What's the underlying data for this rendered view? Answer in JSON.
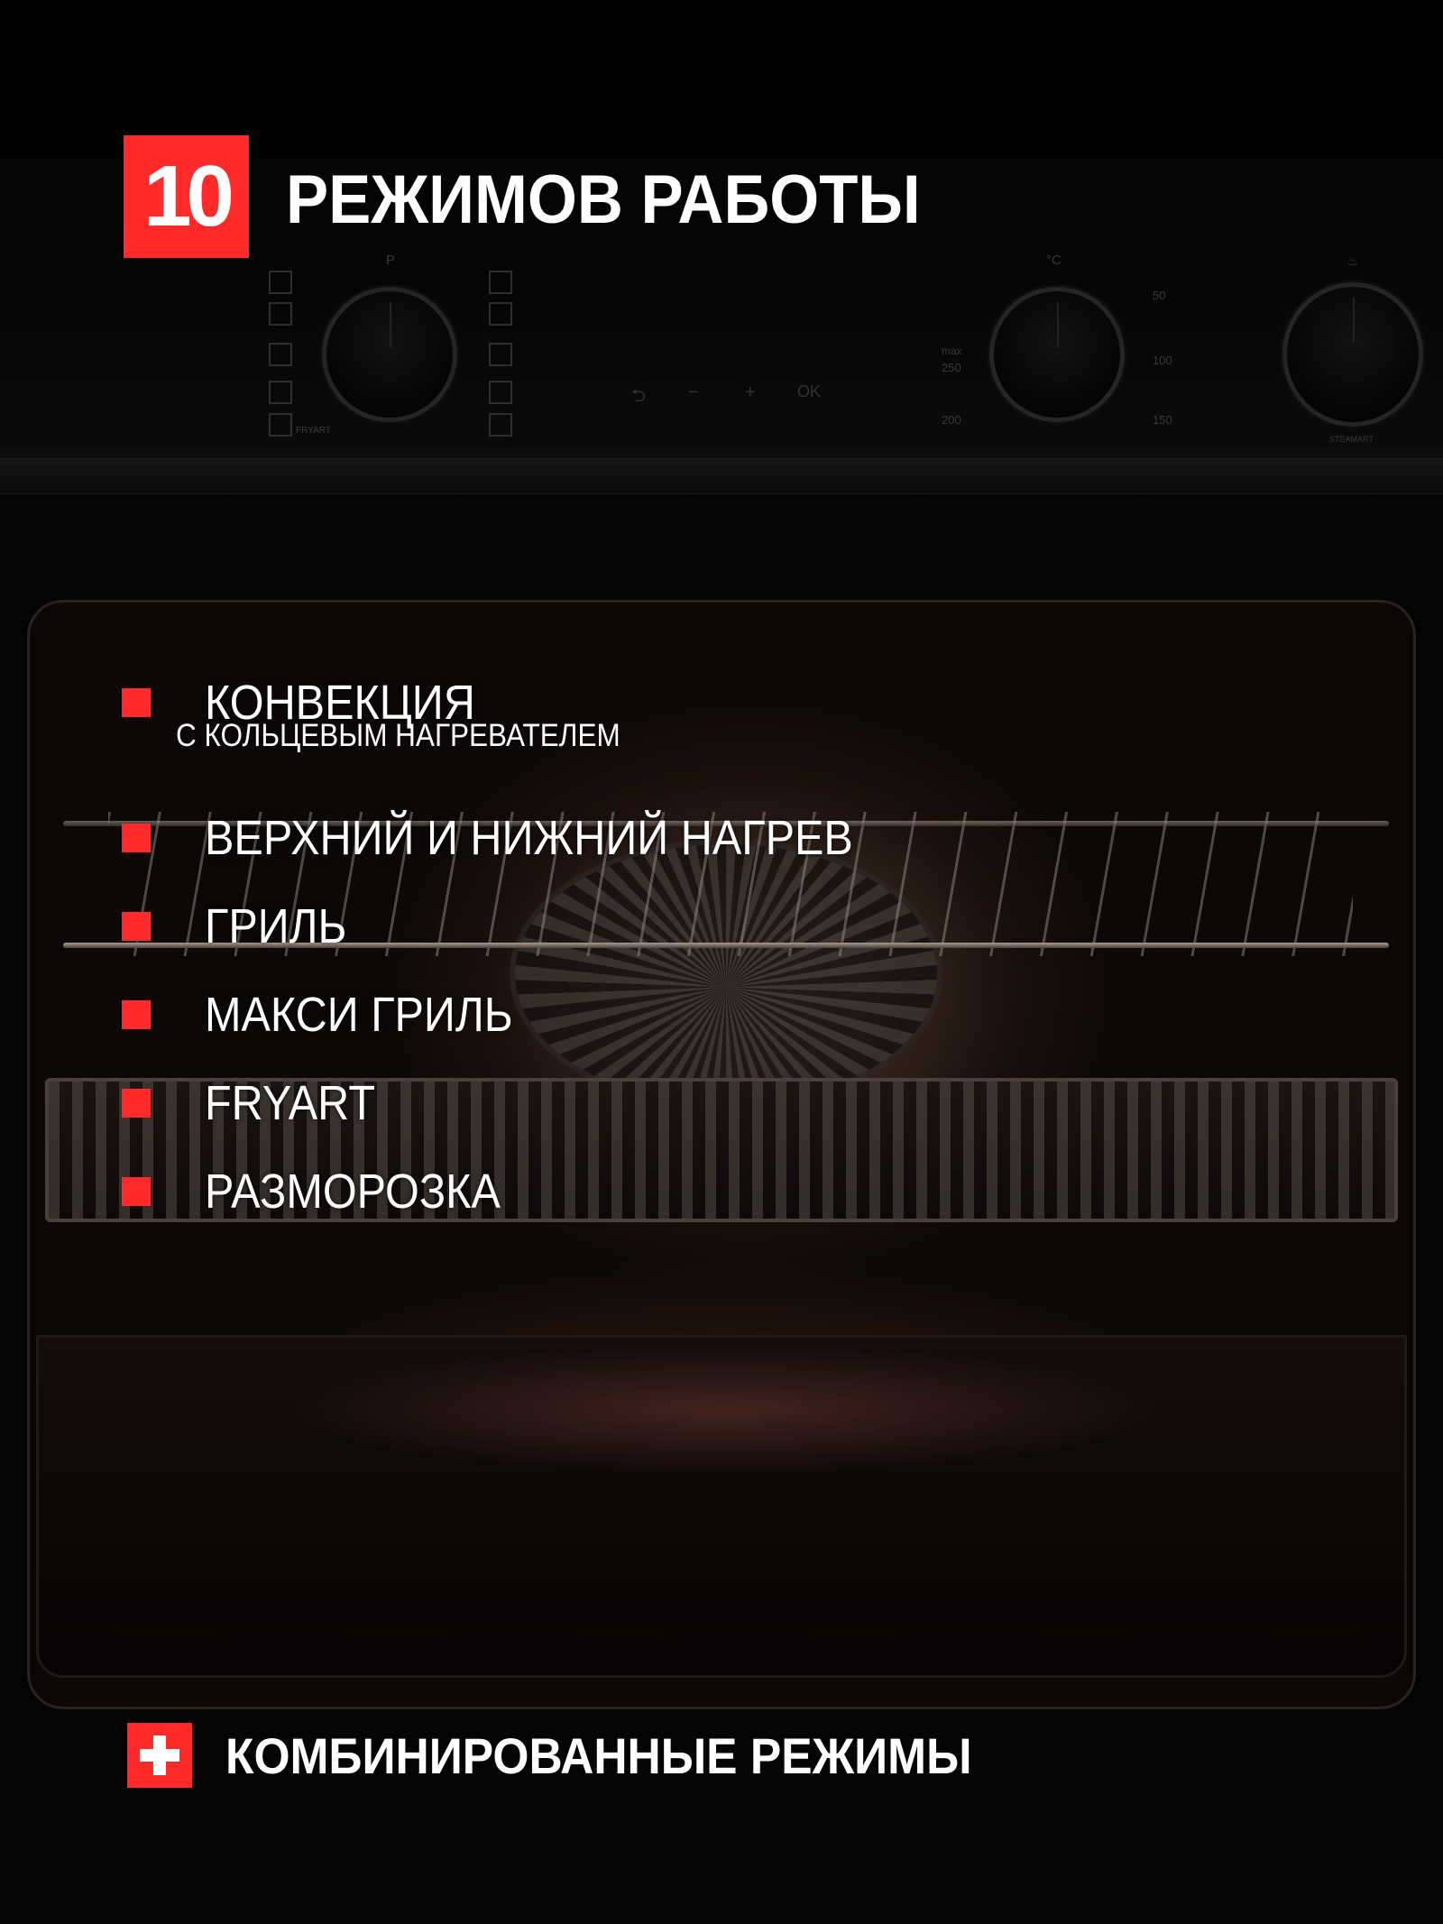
{
  "header": {
    "count": "10",
    "title": "РЕЖИМОВ РАБОТЫ"
  },
  "control_panel": {
    "mode_knob_label": "P",
    "mode_label_fryart": "FRYART",
    "buttons": [
      "⮌",
      "−",
      "+",
      "OK"
    ],
    "temp_knob_label": "°C",
    "temp_marks": [
      "max",
      "250",
      "200",
      "50",
      "100",
      "150"
    ],
    "steam_knob_label": "STEAMART"
  },
  "modes": [
    {
      "label": "КОНВЕКЦИЯ",
      "sub": "С КОЛЬЦЕВЫМ НАГРЕВАТЕЛЕМ"
    },
    {
      "label": "ВЕРХНИЙ И НИЖНИЙ НАГРЕВ"
    },
    {
      "label": "ГРИЛЬ"
    },
    {
      "label": "МАКСИ ГРИЛЬ"
    },
    {
      "label": "FRYART"
    },
    {
      "label": "РАЗМОРОЗКА"
    }
  ],
  "footer": {
    "label": "КОМБИНИРОВАННЫЕ РЕЖИМЫ",
    "icon": "plus-icon"
  },
  "colors": {
    "accent": "#ff2a2a",
    "text": "#ffffff",
    "background": "#000000"
  }
}
